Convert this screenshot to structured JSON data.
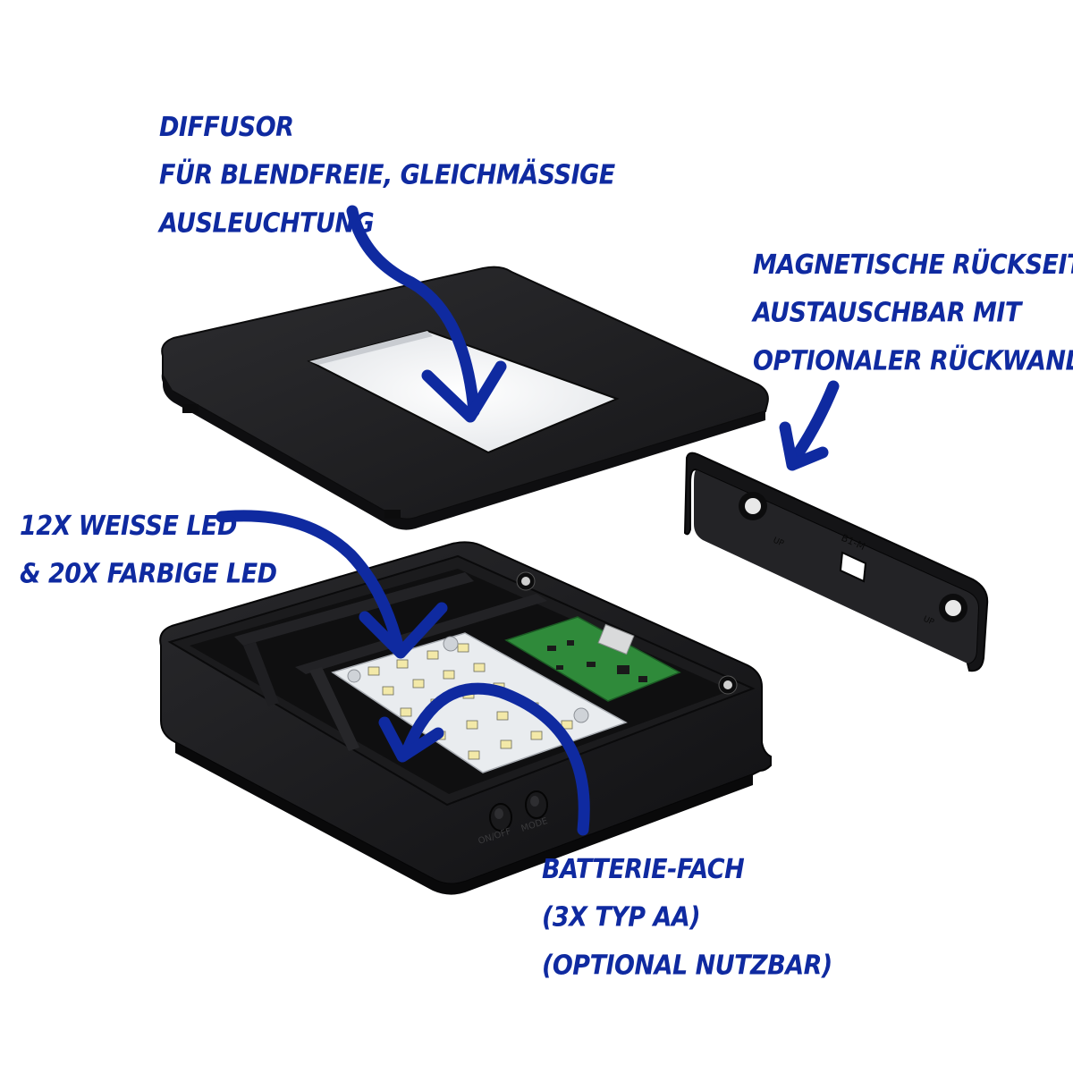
{
  "annotations": {
    "diffusor": {
      "lines": [
        "DIFFUSOR",
        "FÜR BLENDFREIE, GLEICHMÄSSIGE",
        "AUSLEUCHTUNG"
      ]
    },
    "magnet_back": {
      "lines": [
        "MAGNETISCHE RÜCKSEITE",
        "AUSTAUSCHBAR MIT",
        "OPTIONALER RÜCKWAND"
      ]
    },
    "leds": {
      "lines": [
        "12X WEISSE LED",
        "& 20X FARBIGE LED"
      ]
    },
    "battery": {
      "lines": [
        "BATTERIE-FACH",
        "(3X TYP AA)",
        "(OPTIONAL NUTZBAR)"
      ]
    }
  },
  "part_markings": {
    "bracket_code": "B1-M",
    "bracket_up": "UP",
    "button_1": "ON/OFF",
    "button_2": "MODE"
  },
  "colors": {
    "annotation_blue": "#0f2aa0",
    "housing": "#1c1c1e",
    "pcb_green": "#2f8a3a",
    "led_board": "#e9ecef"
  }
}
